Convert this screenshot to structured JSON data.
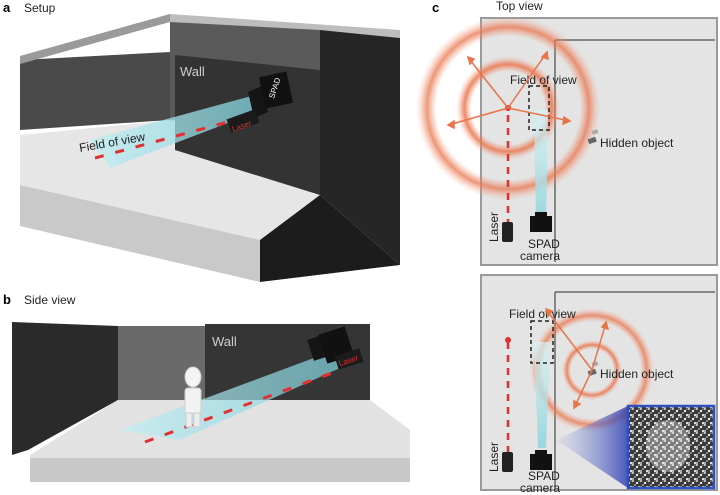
{
  "panels": {
    "a": {
      "letter": "a",
      "title": "Setup"
    },
    "b": {
      "letter": "b",
      "title": "Side view"
    },
    "c": {
      "letter": "c",
      "title": "Top view"
    }
  },
  "labels": {
    "wall": "Wall",
    "field_of_view": "Field of view",
    "spad": "SPAD",
    "laser": "Laser",
    "hidden_object": "Hidden object",
    "spad_camera_line1": "SPAD",
    "spad_camera_line2": "camera"
  },
  "colors": {
    "laser_red": "#e03030",
    "wave_orange": "#e8744a",
    "fov_cyan": "#a8e0e8",
    "floor": "#e6e6e6",
    "wall_dark": "#2e2e2e",
    "inset_border": "#3050c0"
  }
}
